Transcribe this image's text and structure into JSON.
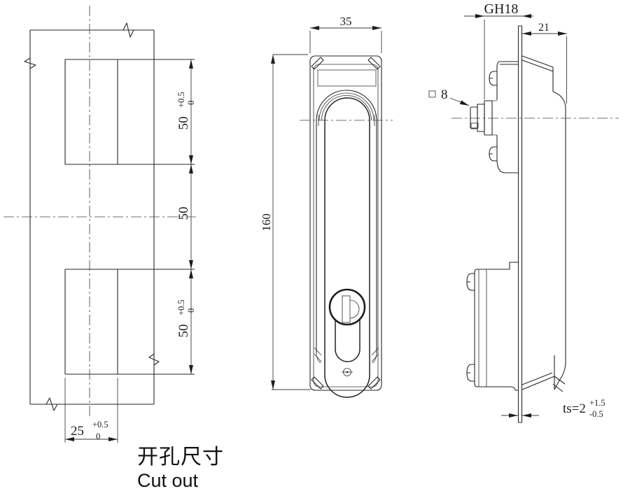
{
  "drawing": {
    "title_zh": "开孔尺寸",
    "title_en": "Cut out",
    "line_color": "#262626",
    "background": "#ffffff"
  },
  "dims": {
    "upper_cutout_height": {
      "value": "50",
      "plus": "+0.5",
      "minus": "0"
    },
    "cutout_spacing": {
      "value": "50"
    },
    "lower_cutout_height": {
      "value": "50",
      "plus": "+0.5",
      "minus": "0"
    },
    "cutout_width": {
      "value": "25",
      "plus": "+0.5",
      "minus": "0"
    },
    "handle_width": {
      "value": "35"
    },
    "handle_height": {
      "value": "160"
    },
    "grip_height": {
      "value": "GH18"
    },
    "protrusion": {
      "value": "21"
    },
    "square_spindle": {
      "symbol": "□",
      "value": "8"
    },
    "panel_thickness": {
      "value": "ts=2",
      "plus": "+1.5",
      "minus": "-0.5"
    }
  }
}
